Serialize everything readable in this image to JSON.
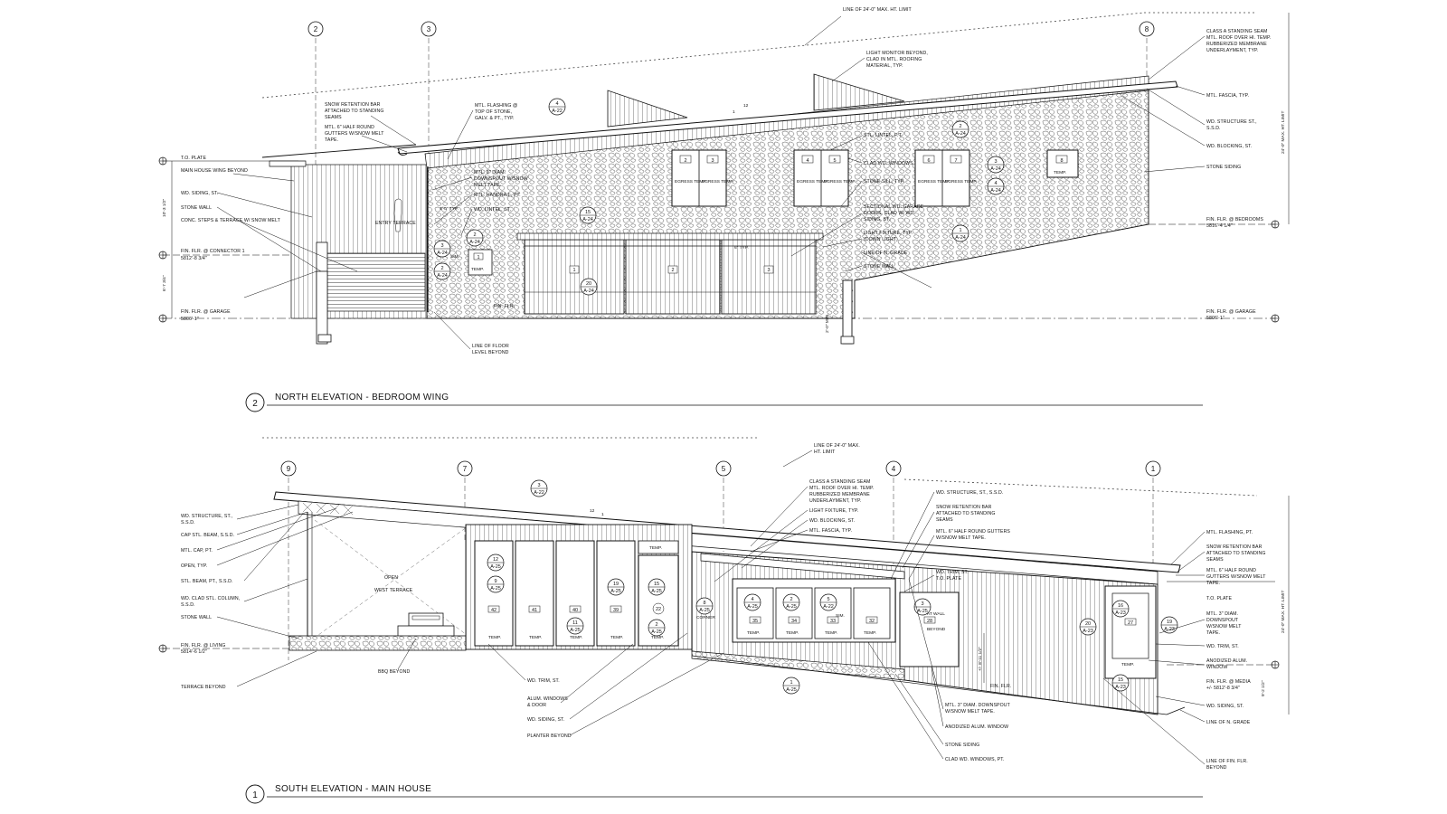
{
  "drawings": {
    "north": {
      "number": "2",
      "title": "NORTH ELEVATION - BEDROOM WING",
      "grid_bubbles": [
        "2",
        "3",
        "8"
      ],
      "height_limit": "LINE OF 24'-0\" MAX. HT. LIMIT",
      "left_labels": [
        "T.O. PLATE",
        "MAIN HOUSE WING BEYOND",
        "WD. SIDING, ST.",
        "STONE WALL",
        "CONC. STEPS & TERRACE W/ SNOW MELT",
        "FIN. FLR. @ CONNECTOR 1",
        "5812'-8 3/4\"",
        "FIN. FLR. @ GARAGE",
        "5806'-1\""
      ],
      "dimensions": [
        "10'-3 1/2\"",
        "6'-7 3/4\"",
        "24'-0\" MAX. HT. LIMIT",
        "2'-0\" MIN."
      ],
      "upper_callouts": [
        "SNOW RETENTION BAR ATTACHED TO STANDING SEAMS",
        "MTL. 6\" HALF ROUND GUTTERS W/SNOW MELT TAPE.",
        "MTL. FLASHING @ TOP OF STONE, GALV. & PT., TYP.",
        "MTL. 3\" DIAM. DOWNSPOUT W/SNOW MELT TAPE.",
        "MTL. HANDRAIL, PT.",
        "WD. LINTEL, ST.",
        "LIGHT MONITOR BEYOND, CLAD IN MTL. ROOFING MATERIAL, TYP.",
        "CLASS A STANDING SEAM MTL. ROOF OVER HI. TEMP. RUBBERIZED MEMBRANE UNDERLAYMENT, TYP."
      ],
      "center_callouts": [
        "STL. LINTEL, P.T.",
        "CLAD WD. WINDOWS",
        "STONE SILL, TYP.",
        "SECTIONAL WD. GARAGE DOORS, CLAD W/ WD. SIDING, ST.",
        "LIGHT FIXTURE, TYP. (DOWN LIGHT)",
        "LINE OF N. GRADE",
        "STONE WALL",
        "LINE OF FLOOR LEVEL BEYOND",
        "FIN. FLR."
      ],
      "right_labels": [
        "MTL. FASCIA, TYP.",
        "WD. STRUCTURE ST., S.S.D.",
        "WD. BLOCKING, ST.",
        "STONE SIDING",
        "FIN. FLR. @ BEDROOMS",
        "5816'-4 1/4\"",
        "FIN. FLR. @ GARAGE",
        "5806'-1\""
      ],
      "room_labels": [
        "ENTRY TERRACE"
      ],
      "window_tags": [
        "2",
        "3",
        "4",
        "5",
        "6",
        "7",
        "8",
        "1"
      ],
      "window_labels": [
        "EGRESS TEMP.",
        "TEMP."
      ],
      "garage_tags": [
        "1",
        "2",
        "3"
      ],
      "section_marks": [
        "4 A-22",
        "15 A-24",
        "20 A-24",
        "3 A-24",
        "2 A-24",
        "1 A-24"
      ],
      "misc": [
        "1",
        "12",
        "4'-0\" TYP.",
        "6\" TYP.",
        "SIM."
      ]
    },
    "south": {
      "number": "1",
      "title": "SOUTH ELEVATION - MAIN HOUSE",
      "grid_bubbles": [
        "9",
        "7",
        "5",
        "4",
        "1"
      ],
      "height_limit": "LINE OF 24'-0\" MAX. HT. LIMIT",
      "left_labels": [
        "WD. STRUCTURE, ST., S.S.D.",
        "CAP STL. BEAM, S.S.D.",
        "MTL. CAP, PT.",
        "OPEN, TYP.",
        "STL. BEAM, PT., S.S.D.",
        "WD. CLAD STL. COLUMN, S.S.D.",
        "STONE WALL",
        "FIN. FLR. @ LIVING",
        "5814'-6 1/2\"",
        "TERRACE BEYOND"
      ],
      "room_labels": [
        "OPEN",
        "WEST TERRACE"
      ],
      "bottom_callouts": [
        "BBQ BEYOND",
        "WD. TRIM, ST.",
        "ALUM. WINDOWS & DOOR",
        "WD. SIDING, ST.",
        "PLANTER BEYOND"
      ],
      "upper_callouts": [
        "CLASS A STANDING SEAM MTL. ROOF OVER HI. TEMP. RUBBERIZED MEMBRANE UNDERLAYMENT, TYP.",
        "LIGHT FIXTURE, TYP.",
        "WD. BLOCKING, ST.",
        "MTL. FASCIA, TYP.",
        "WD. STRUCTURE, ST., S.S.D.",
        "SNOW RETENTION BAR ATTACHED TO STANDING SEAMS",
        "MTL. 6\" HALF ROUND GUTTERS W/SNOW MELT TAPE.",
        "WD. TRIM, ST.",
        "T.O. PLATE"
      ],
      "center_callouts": [
        "MTL. 3\" DIAM. DOWNSPOUT W/SNOW MELT TAPE.",
        "ANODIZED ALUM. WINDOW",
        "STONE SIDING",
        "CLAD WD. WINDOWS, PT.",
        "AT WALL BEYOND",
        "FIN. FLR."
      ],
      "right_labels": [
        "MTL. FLASHING, PT.",
        "SNOW RETENTION BAR ATTACHED TO STANDING SEAMS",
        "MTL. 6\" HALF ROUND GUTTERS W/SNOW MELT TAPE.",
        "T.O. PLATE",
        "MTL. 3\" DIAM. DOWNSPOUT W/SNOW MELT TAPE.",
        "WD. TRIM, ST.",
        "ANODIZED ALUM. WINDOW",
        "FIN. FLR. @ MEDIA",
        "+/- 5812'-8 3/4\"",
        "WD. SIDING, ST.",
        "LINE OF N. GRADE",
        "LINE OF FIN. FLR. BEYOND"
      ],
      "dimensions": [
        "24'-0\" MAX. HT. LIMIT",
        "9'-2 1/2\"",
        "+/- 8'-11 1/2\""
      ],
      "window_tags": [
        "42",
        "41",
        "40",
        "39",
        "22",
        "35",
        "34",
        "33",
        "32",
        "28",
        "27"
      ],
      "window_labels": [
        "TEMP.",
        "CORNER",
        "SIM."
      ],
      "section_marks": [
        "3 A-22",
        "12 A-25",
        "9 A-25",
        "11 A-25",
        "19 A-25",
        "15 A-25",
        "2 A-25",
        "8 A-25",
        "4 A-25",
        "2 A-25",
        "5 A-22",
        "1 A-25",
        "3 A-25",
        "20 A-23",
        "16 A-23",
        "19 A-23",
        "15 A-23"
      ],
      "misc": [
        "12",
        "1"
      ]
    }
  }
}
